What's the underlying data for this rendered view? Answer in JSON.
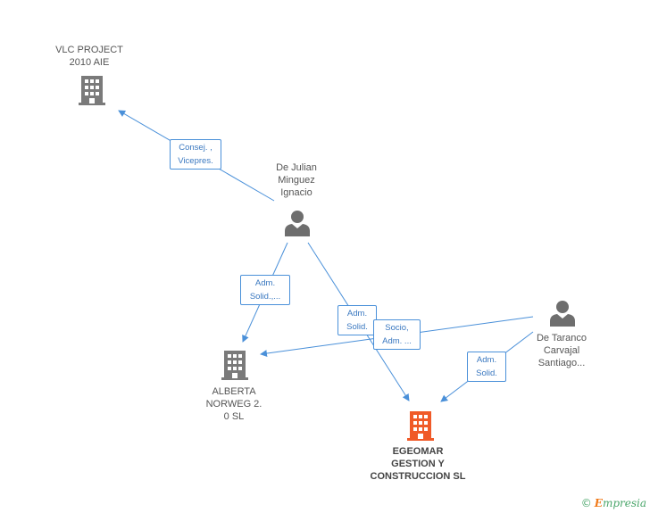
{
  "nodes": {
    "vlc": {
      "label_line1": "VLC PROJECT",
      "label_line2": "2010 AIE",
      "type": "company"
    },
    "julian": {
      "label_line1": "De Julian",
      "label_line2": "Minguez",
      "label_line3": "Ignacio",
      "type": "person"
    },
    "alberta": {
      "label_line1": "ALBERTA",
      "label_line2": "NORWEG 2.",
      "label_line3": "0 SL",
      "type": "company"
    },
    "egeomar": {
      "label_line1": "EGEOMAR",
      "label_line2": "GESTION Y",
      "label_line3": "CONSTRUCCION SL",
      "type": "company-main"
    },
    "taranco": {
      "label_line1": "De Taranco",
      "label_line2": "Carvajal",
      "label_line3": "Santiago...",
      "type": "person"
    }
  },
  "edges": {
    "julian_vlc": {
      "line1": "Consej. ,",
      "line2": "Vicepres."
    },
    "julian_alberta": {
      "line1": "Adm.",
      "line2": "Solid.,..."
    },
    "julian_egeomar": {
      "line1": "Adm.",
      "line2": "Solid."
    },
    "taranco_alberta": {
      "line1": "Socio,",
      "line2": "Adm. ..."
    },
    "taranco_egeomar": {
      "line1": "Adm.",
      "line2": "Solid."
    }
  },
  "colors": {
    "edge": "#4a90d9",
    "company_icon": "#7a7a7a",
    "main_icon": "#f05a28",
    "person_icon": "#6e6e6e"
  },
  "brand": {
    "copyright": "©",
    "name_first": "E",
    "name_rest": "mpresia"
  }
}
